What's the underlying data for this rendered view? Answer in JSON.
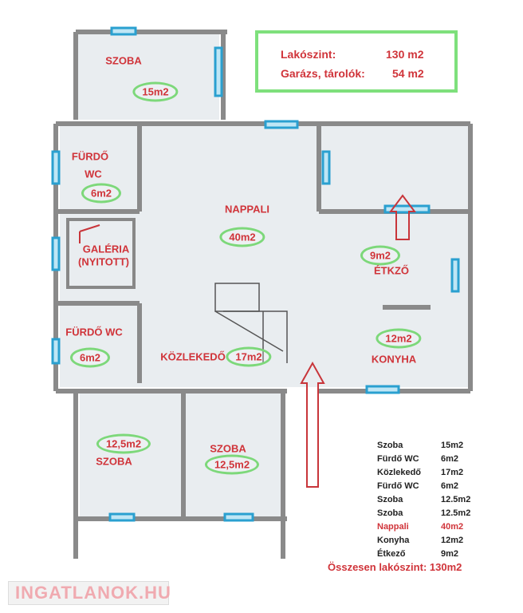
{
  "summary": {
    "living_label": "Lakószint:",
    "living_value": "130 m2",
    "garage_label": "Garázs, tárolók:",
    "garage_value": "54 m2"
  },
  "rooms": {
    "szoba1": {
      "name": "SZOBA",
      "area": "15m2"
    },
    "furdo1": {
      "name1": "FÜRDŐ",
      "name2": "WC",
      "area": "6m2"
    },
    "nappali": {
      "name": "NAPPALI",
      "area": "40m2"
    },
    "galeria": {
      "name1": "GALÉRIA",
      "name2": "(NYITOTT)"
    },
    "etkezo": {
      "name": "ÉTKZŐ",
      "area": "9m2"
    },
    "furdo2": {
      "name": "FÜRDŐ WC",
      "area": "6m2"
    },
    "kozlekedo": {
      "name": "KÖZLEKEDŐ",
      "area": "17m2"
    },
    "konyha": {
      "name": "KONYHA",
      "area": "12m2"
    },
    "szoba2": {
      "name": "SZOBA",
      "area": "12,5m2"
    },
    "szoba3": {
      "name": "SZOBA",
      "area": "12,5m2"
    }
  },
  "legend": [
    {
      "name": "Szoba",
      "area": "15m2"
    },
    {
      "name": "Fürdő WC",
      "area": "6m2"
    },
    {
      "name": "Közlekedő",
      "area": "17m2"
    },
    {
      "name": "Fürdő WC",
      "area": "6m2"
    },
    {
      "name": "Szoba",
      "area": "12.5m2"
    },
    {
      "name": "Szoba",
      "area": "12.5m2"
    },
    {
      "name": "Nappali",
      "area": "40m2",
      "highlight": true
    },
    {
      "name": "Konyha",
      "area": "12m2"
    },
    {
      "name": "Étkező",
      "area": "9m2"
    }
  ],
  "total": "Összesen lakószint: 130m2",
  "logo": "INGATLANOK.HU",
  "colors": {
    "label": "#d0343a",
    "oval": "#7dd87a",
    "window": "#2aa0d0",
    "wall": "#8a8a8a"
  }
}
